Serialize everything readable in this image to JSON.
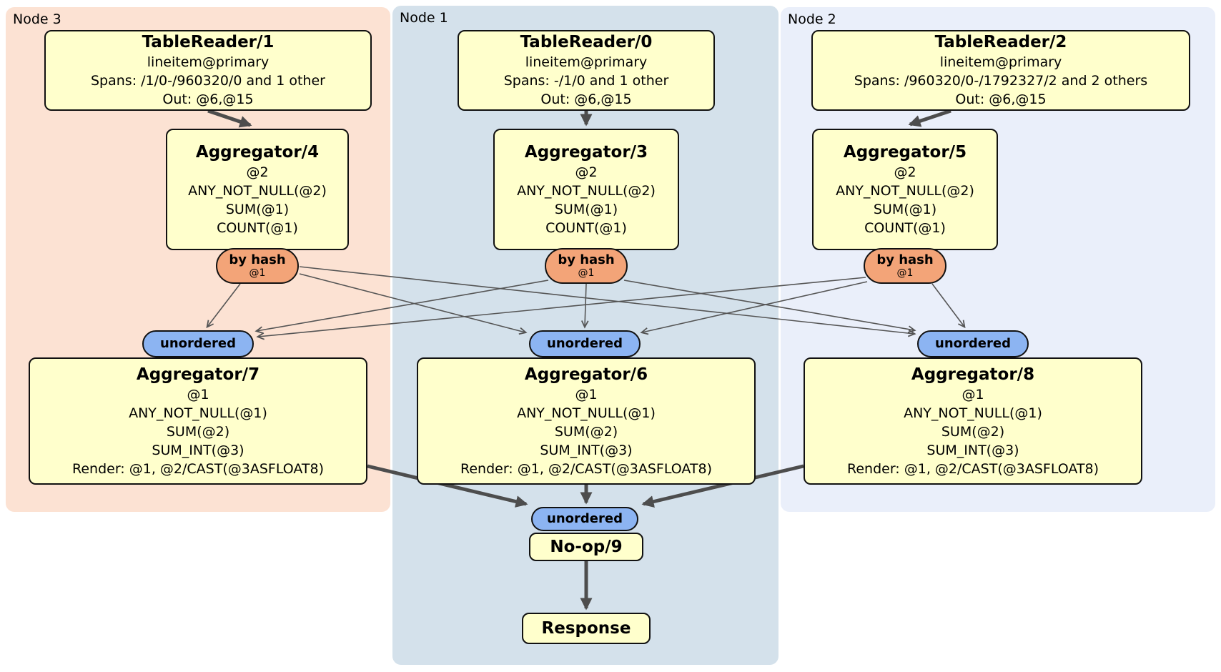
{
  "regions": {
    "node3": {
      "label": "Node 3"
    },
    "node1": {
      "label": "Node 1"
    },
    "node2": {
      "label": "Node 2"
    }
  },
  "boxes": {
    "tr1": {
      "title": "TableReader/1",
      "lines": [
        "lineitem@primary",
        "Spans: /1/0-/960320/0 and 1 other",
        "Out: @6,@15"
      ]
    },
    "tr0": {
      "title": "TableReader/0",
      "lines": [
        "lineitem@primary",
        "Spans: -/1/0 and 1 other",
        "Out: @6,@15"
      ]
    },
    "tr2": {
      "title": "TableReader/2",
      "lines": [
        "lineitem@primary",
        "Spans: /960320/0-/1792327/2 and 2 others",
        "Out: @6,@15"
      ]
    },
    "agg4": {
      "title": "Aggregator/4",
      "lines": [
        "@2",
        "ANY_NOT_NULL(@2)",
        "SUM(@1)",
        "COUNT(@1)"
      ]
    },
    "agg3": {
      "title": "Aggregator/3",
      "lines": [
        "@2",
        "ANY_NOT_NULL(@2)",
        "SUM(@1)",
        "COUNT(@1)"
      ]
    },
    "agg5": {
      "title": "Aggregator/5",
      "lines": [
        "@2",
        "ANY_NOT_NULL(@2)",
        "SUM(@1)",
        "COUNT(@1)"
      ]
    },
    "agg7": {
      "title": "Aggregator/7",
      "lines": [
        "@1",
        "ANY_NOT_NULL(@1)",
        "SUM(@2)",
        "SUM_INT(@3)",
        "Render: @1, @2/CAST(@3ASFLOAT8)"
      ]
    },
    "agg6": {
      "title": "Aggregator/6",
      "lines": [
        "@1",
        "ANY_NOT_NULL(@1)",
        "SUM(@2)",
        "SUM_INT(@3)",
        "Render: @1, @2/CAST(@3ASFLOAT8)"
      ]
    },
    "agg8": {
      "title": "Aggregator/8",
      "lines": [
        "@1",
        "ANY_NOT_NULL(@1)",
        "SUM(@2)",
        "SUM_INT(@3)",
        "Render: @1, @2/CAST(@3ASFLOAT8)"
      ]
    },
    "noop": {
      "title": "No-op/9"
    },
    "response": {
      "title": "Response"
    }
  },
  "pills": {
    "by_hash": {
      "label": "by hash",
      "sub": "@1"
    },
    "unordered": {
      "label": "unordered"
    }
  },
  "colors": {
    "node3_bg": "#fce2d3",
    "node1_bg": "#d4e1eb",
    "node2_bg": "#eaeffa",
    "node_box_bg": "#ffffcc",
    "router_pill": "#f3a478",
    "stream_pill": "#8cb4f2",
    "edge": "#4d4d4d"
  }
}
